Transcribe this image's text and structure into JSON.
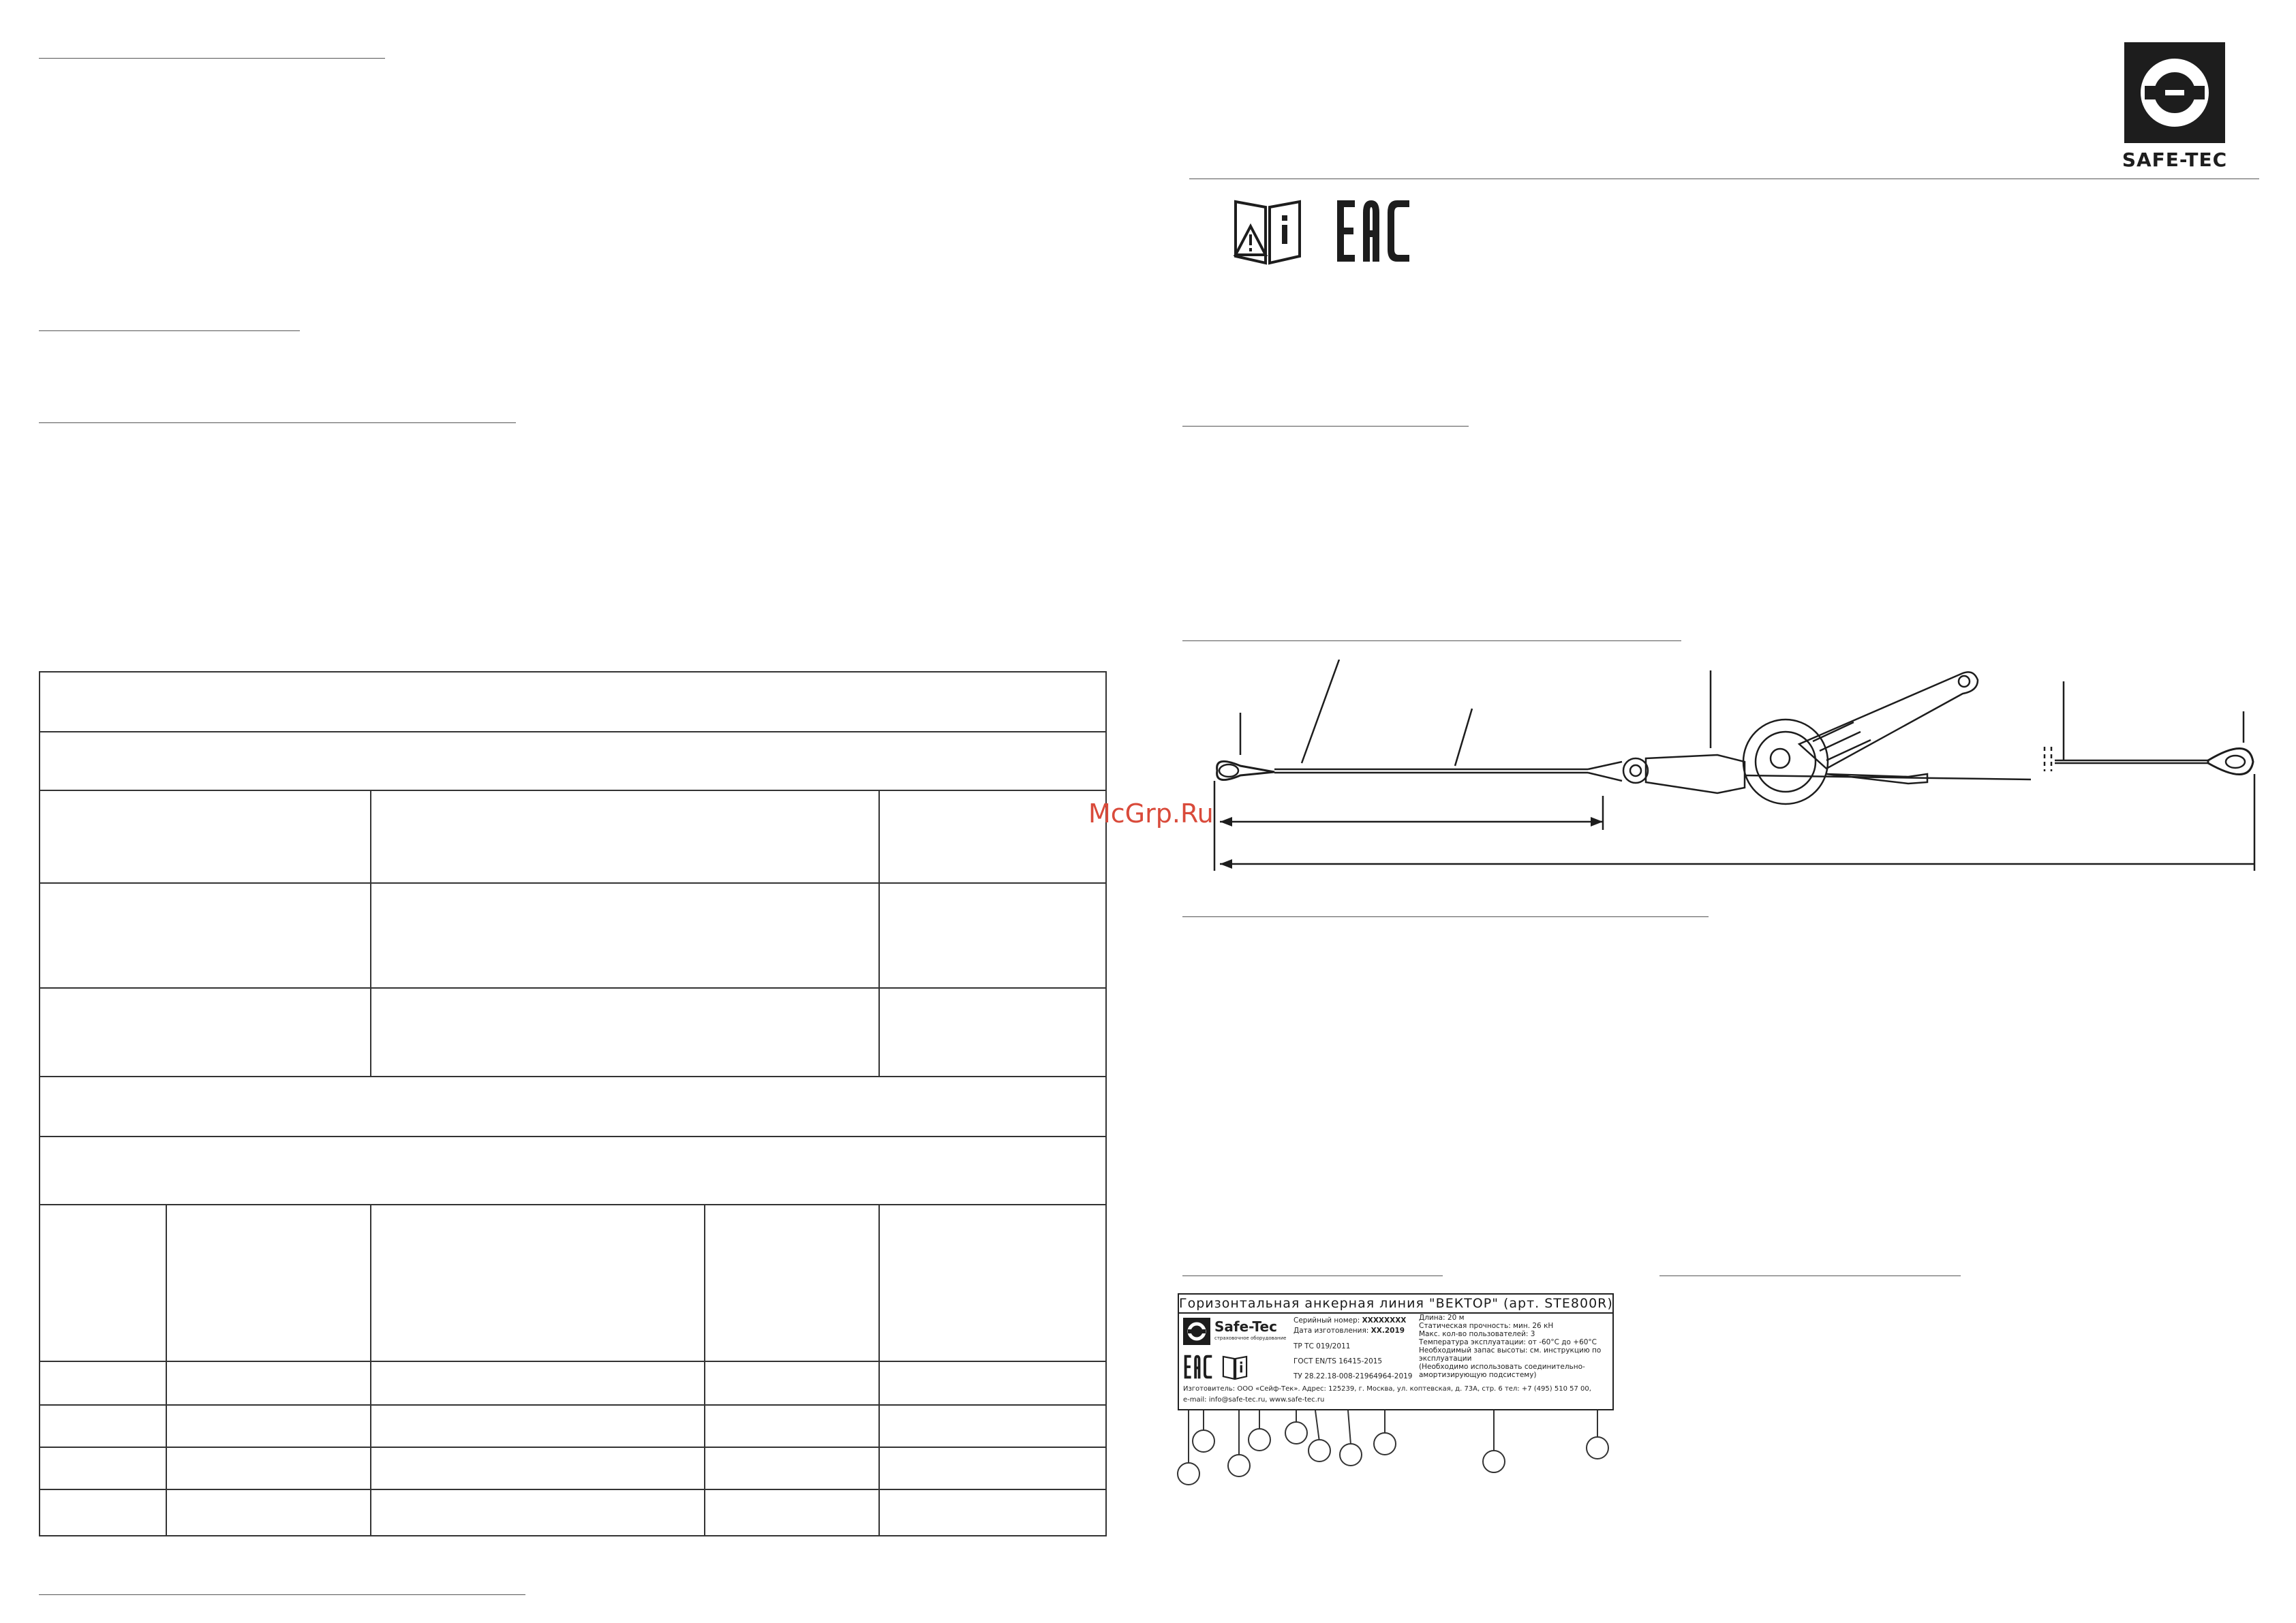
{
  "brand": {
    "logo_text": "SAFE-TEC",
    "small_name": "Safe-Tec",
    "small_caption": "страховочное оборудование"
  },
  "certification": {
    "eac_mark": "EAC"
  },
  "watermark": "McGrp.Ru",
  "label": {
    "title": "Горизонтальная анкерная линия \"ВЕКТОР\" (арт. STE800R)",
    "serial_label": "Серийный номер:",
    "serial_value": "XXXXXXXX",
    "date_label": "Дата изготовления:",
    "date_value": "XX.2019",
    "standard_1": "ТР ТС 019/2011",
    "standard_2": "ГОСТ EN/TS 16415-2015",
    "standard_3": "ТУ 28.22.18-008-21964964-2019",
    "spec_1": "Длина: 20 м",
    "spec_2": "Статическая прочность: мин. 26 кН",
    "spec_3": "Макс. кол-во пользователей: 3",
    "spec_4": "Температура эксплуатации: от -60°С до +60°С",
    "spec_5": "Необходимый запас высоты: см. инструкцию по",
    "spec_6": "эксплуатации",
    "spec_7": "(Необходимо использовать соединительно-",
    "spec_8": "амортизирующую подсистему)",
    "manufacturer": "Изготовитель: ООО «Сейф-Тек». Адрес: 125239, г. Москва, ул. коптевская, д. 73А, стр. 6 тел: +7 (495) 510 57 00,",
    "contacts": "e-mail: info@safe-tec.ru, www.safe-tec.ru"
  },
  "colors": {
    "ink": "#1d1d1d",
    "watermark": "#d94a3a",
    "page": "#ffffff"
  },
  "icons": [
    "safe-tec-logo-icon",
    "read-instructions-icon",
    "eac-mark-icon",
    "ratchet-tensioner-icon",
    "thimble-eye-icon"
  ]
}
